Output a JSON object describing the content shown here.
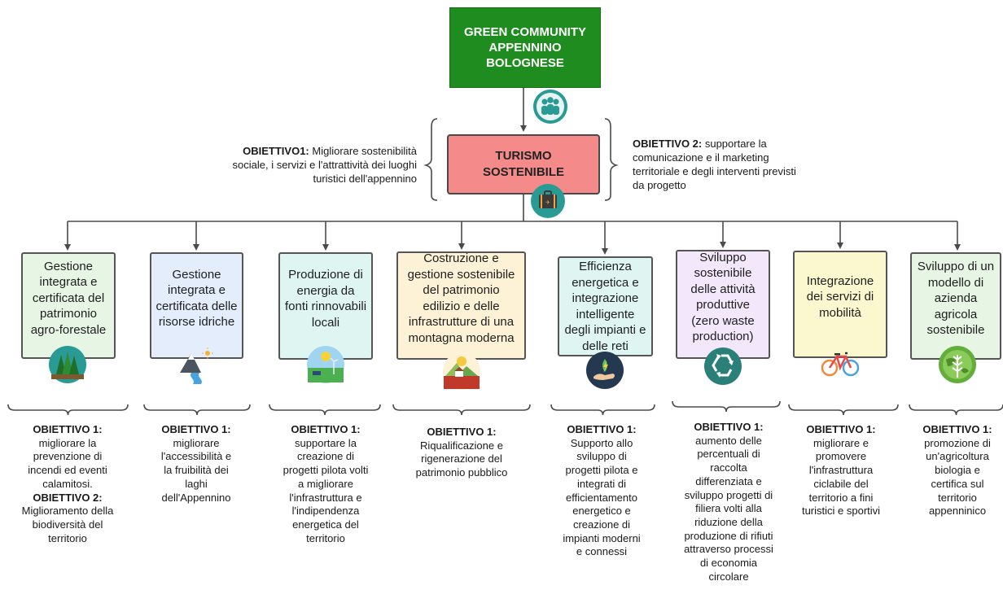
{
  "chart_data": null,
  "header": {
    "root": {
      "l1": "GREEN COMMUNITY",
      "l2": "APPENNINO",
      "l3": "BOLOGNESE"
    },
    "hub": {
      "l1": "TURISMO",
      "l2": "SOSTENIBILE"
    }
  },
  "objectives_top": {
    "left": {
      "label": "OBIETTIVO1:",
      "l1": " Migliorare sostenibilità",
      "l2": "sociale, i servizi e l'attrattività dei luoghi",
      "l3": "turistici dell'appennino"
    },
    "right": {
      "label": "OBIETTIVO 2:",
      "l1": " supportare la",
      "l2": "comunicazione e il marketing",
      "l3": "territoriale e degli interventi previsti",
      "l4": "da progetto"
    }
  },
  "cards": [
    {
      "lines": [
        "Gestione",
        "integrata e",
        "certificata del",
        "patrimonio",
        "agro-forestale"
      ],
      "icon": "forest-icon",
      "fill": "#e6f5e4"
    },
    {
      "lines": [
        "Gestione",
        "integrata e",
        "certificata delle",
        "risorse idriche"
      ],
      "icon": "river-mountain-icon",
      "fill": "#e3edfb"
    },
    {
      "lines": [
        "Produzione di",
        "energia da",
        "fonti rinnovabili",
        "locali"
      ],
      "icon": "renewable-landscape-icon",
      "fill": "#dff5f2"
    },
    {
      "lines": [
        "Costruzione e",
        "gestione sostenibile",
        "del patrimonio",
        "edilizio e delle",
        "infrastrutture di una",
        "montagna moderna"
      ],
      "icon": "mountain-house-icon",
      "fill": "#fdf1d6"
    },
    {
      "lines": [
        "Efficienza",
        "energetica e",
        "integrazione",
        "intelligente",
        "degli impianti e",
        "delle reti"
      ],
      "icon": "energy-hand-icon",
      "fill": "#dff5f2"
    },
    {
      "lines": [
        "Sviluppo",
        "sostenibile",
        "delle attività",
        "produttive",
        "(zero waste",
        "production)"
      ],
      "icon": "recycle-icon",
      "fill": "#f3e8fb"
    },
    {
      "lines": [
        "Integrazione",
        "dei servizi di",
        "mobilità"
      ],
      "icon": "bicycle-icon",
      "fill": "#fbf8cf"
    },
    {
      "lines": [
        "Sviluppo di un",
        "modello di",
        "azienda",
        "agricola",
        "sostenibile"
      ],
      "icon": "globe-wheat-icon",
      "fill": "#e6f5e4"
    }
  ],
  "objectives": [
    [
      "OBIETTIVO 1:",
      "migliorare la",
      "prevenzione di",
      "incendi ed eventi",
      "calamitosi.",
      "OBIETTIVO 2:",
      "Miglioramento della",
      "biodiversità del",
      "territorio"
    ],
    [
      "OBIETTIVO 1:",
      "migliorare",
      "l'accessibilità e",
      "la fruibilità dei",
      "laghi",
      "dell'Appennino"
    ],
    [
      "OBIETTIVO 1:",
      "supportare la",
      "creazione di",
      "progetti pilota volti",
      "a migliorare",
      "l'infrastruttura e",
      "l'indipendenza",
      "energetica del",
      "territorio"
    ],
    [
      "OBIETTIVO 1:",
      "Riqualificazione e",
      "rigenerazione del",
      "patrimonio pubblico"
    ],
    [
      "OBIETTIVO 1:",
      "Supporto allo",
      "sviluppo di",
      "progetti pilota e",
      "integrati di",
      "efficientamento",
      "energetico e",
      "creazione di",
      "impianti moderni",
      "e connessi"
    ],
    [
      "OBIETTIVO 1:",
      "aumento delle",
      "percentuali di",
      "raccolta",
      "differenziata e",
      "sviluppo progetti di",
      "filiera volti alla",
      "riduzione della",
      "produzione di rifiuti",
      "attraverso processi",
      "di economia",
      "circolare"
    ],
    [
      "OBIETTIVO 1:",
      "migliorare e",
      "promovere",
      "l'infrastruttura",
      "ciclabile del",
      "territorio a fini",
      "turistici e sportivi"
    ],
    [
      "OBIETTIVO 1:",
      "promozione di",
      "un'agricoltura",
      "biologia e",
      "certifica sul",
      "territorio",
      "appenninico"
    ]
  ],
  "icons": {
    "community": "people-group-icon",
    "suitcase": "suitcase-icon"
  },
  "colors": {
    "root_fill": "#1e8c1e",
    "hub_fill": "#f48a8a",
    "connector": "#4a4a4a"
  }
}
